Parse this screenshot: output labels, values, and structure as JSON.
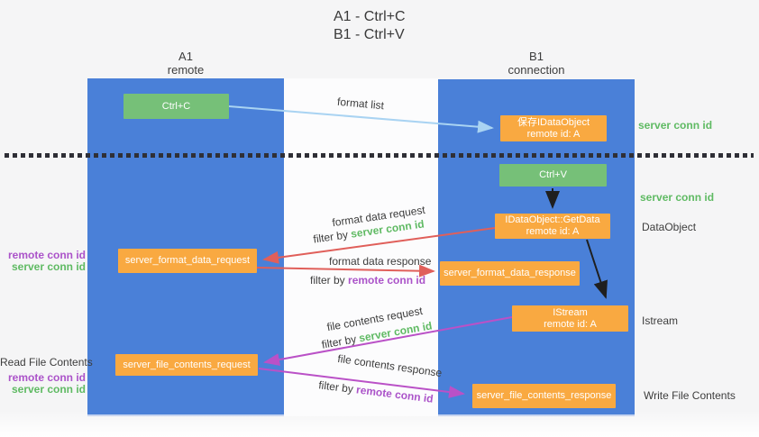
{
  "title": {
    "line1": "A1 - Ctrl+C",
    "line2": "B1 - Ctrl+V"
  },
  "lifelines": [
    {
      "name": "A1",
      "role": "remote"
    },
    {
      "name": "B1",
      "role": "connection"
    }
  ],
  "nodes": {
    "ctrl_c": {
      "label": "Ctrl+C"
    },
    "save_idataobject": {
      "line1": "保存IDataObject",
      "line2": "remote id: A"
    },
    "ctrl_v": {
      "label": "Ctrl+V"
    },
    "getdata": {
      "line1": "IDataObject::GetData",
      "line2": "remote id: A"
    },
    "format_request": {
      "label": "server_format_data_request"
    },
    "format_response": {
      "label": "server_format_data_response"
    },
    "istream": {
      "line1": "IStream",
      "line2": "remote id: A"
    },
    "file_request": {
      "label": "server_file_contents_request"
    },
    "file_response": {
      "label": "server_file_contents_response"
    }
  },
  "messages": {
    "format_list": {
      "label": "format list"
    },
    "format_data_request": {
      "line1": "format data request",
      "filter_prefix": "filter by",
      "filter_key": "server conn id"
    },
    "format_data_response": {
      "line1": "format data response",
      "filter_prefix": "filter by",
      "filter_key": "remote conn id"
    },
    "file_contents_request": {
      "line1": "file contents request",
      "filter_prefix": "filter by",
      "filter_key": "server conn id"
    },
    "file_contents_response": {
      "line1": "file contents response",
      "filter_prefix": "filter by",
      "filter_key": "remote conn id"
    }
  },
  "annotations": {
    "right_server_conn_top": "server conn id",
    "right_server_conn_mid": "server conn id",
    "right_dataobject": "DataObject",
    "right_istream": "Istream",
    "right_write_file": "Write File Contents",
    "left_remote_conn_mid": "remote conn id",
    "left_server_conn_mid": "server conn id",
    "left_read_file": "Read File Contents",
    "left_remote_conn_bottom": "remote conn id",
    "left_server_conn_bottom": "server conn id"
  },
  "colors": {
    "lifeline_blue": "#4A80D8",
    "node_green": "#76C078",
    "node_orange": "#F9A941",
    "arrow_lightblue": "#A9D3F2",
    "arrow_red": "#E05F5A",
    "arrow_purple": "#BA51C7",
    "arrow_black": "#1F1F1F",
    "text_green": "#5FBA63",
    "text_purple": "#AB53C9",
    "text_dark": "#3D3D3D"
  }
}
